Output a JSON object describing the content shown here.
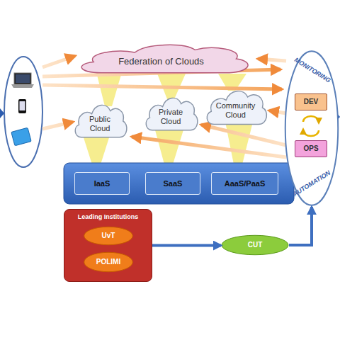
{
  "diagram": {
    "nodes": [
      {
        "text": [
          "Federation of Clouds"
        ]
      },
      {
        "text": [
          "Public Cloud"
        ]
      },
      {
        "text": [
          "Private Cloud"
        ]
      },
      {
        "text": [
          "Community Cloud"
        ]
      },
      {
        "text": [
          "IaaS"
        ]
      },
      {
        "text": [
          "SaaS"
        ]
      },
      {
        "text": [
          "AaaS/PaaS"
        ]
      },
      {
        "text": [
          "MONITORING",
          "AUTOMATION"
        ]
      },
      {
        "text": [
          "DEV"
        ],
        "in": 7
      },
      {
        "text": [
          "OPS"
        ],
        "in": 7
      },
      {
        "text": [
          "Leading Institutions"
        ]
      },
      {
        "text": [
          "UvT"
        ],
        "in": 10
      },
      {
        "text": [
          "POLIMI"
        ],
        "in": 10
      },
      {
        "text": [
          "CUT"
        ]
      }
    ],
    "edges": [
      {
        "from": 10,
        "to": 13,
        "arrow": "to"
      },
      {
        "from": 13,
        "to": 7,
        "arrow": "to"
      }
    ]
  }
}
